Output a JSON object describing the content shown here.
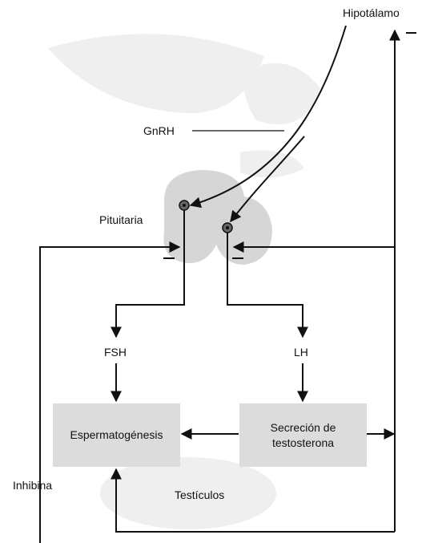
{
  "labels": {
    "hypothalamus": "Hipotálamo",
    "gnrh": "GnRH",
    "pituitary": "Pituitaria",
    "fsh": "FSH",
    "lh": "LH",
    "inhibin": "Inhibina",
    "testes": "Testículos"
  },
  "boxes": {
    "spermatogenesis": "Espermatogénesis",
    "testosterone_line1": "Secreción de",
    "testosterone_line2": "testosterona"
  },
  "colors": {
    "line": "#111111",
    "box_fill": "#dcdcdc",
    "watermark": "#efefef",
    "gland": "#d6d6d6"
  }
}
